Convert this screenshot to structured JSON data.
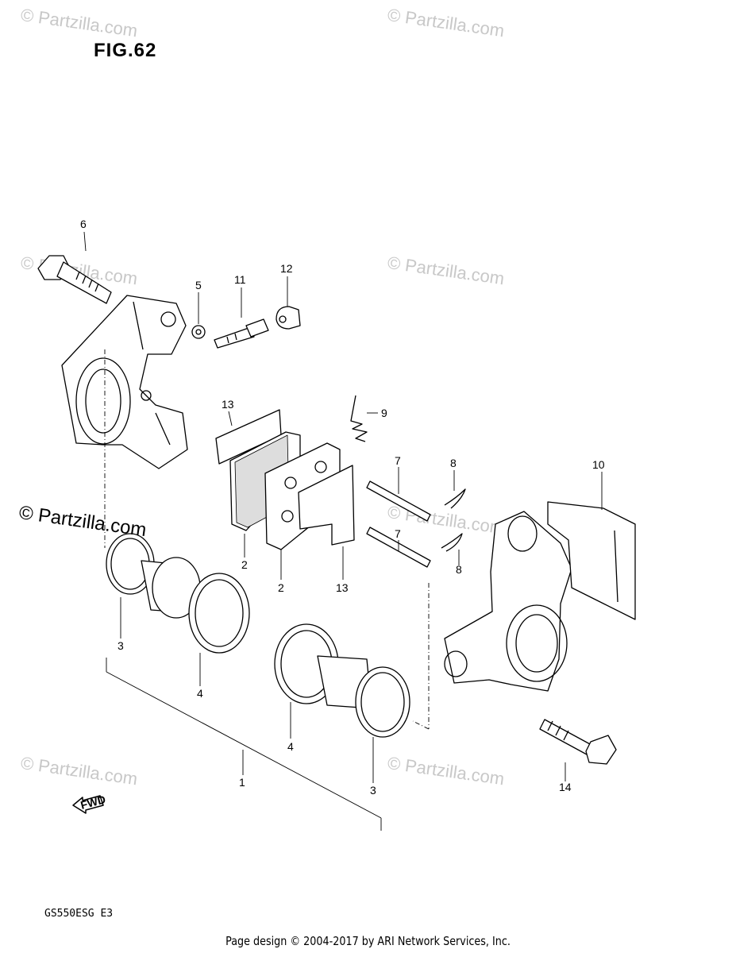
{
  "figure": {
    "title": "FIG.62",
    "model_code": "GS550ESG  E3",
    "fwd_label": "FWD"
  },
  "watermark": {
    "text": "© Partzilla.com"
  },
  "callouts": [
    {
      "label": "6"
    },
    {
      "label": "5"
    },
    {
      "label": "11"
    },
    {
      "label": "12"
    },
    {
      "label": "13"
    },
    {
      "label": "9"
    },
    {
      "label": "7"
    },
    {
      "label": "8"
    },
    {
      "label": "10"
    },
    {
      "label": "2"
    },
    {
      "label": "2"
    },
    {
      "label": "13"
    },
    {
      "label": "7"
    },
    {
      "label": "8"
    },
    {
      "label": "3"
    },
    {
      "label": "4"
    },
    {
      "label": "4"
    },
    {
      "label": "1"
    },
    {
      "label": "3"
    },
    {
      "label": "14"
    }
  ],
  "footer": {
    "text": "Page design © 2004-2017 by ARI Network Services, Inc."
  }
}
